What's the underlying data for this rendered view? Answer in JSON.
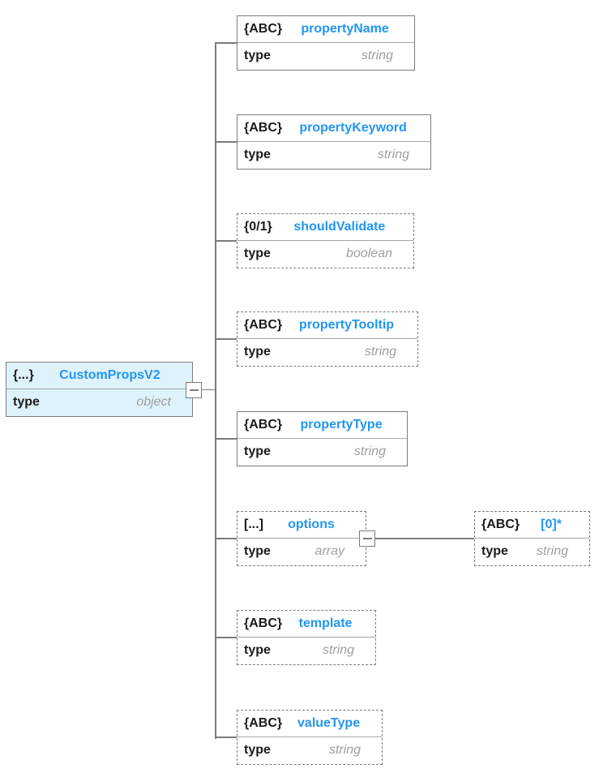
{
  "diagram": {
    "root": {
      "glyph": "{...}",
      "name": "CustomPropsV2",
      "type_label": "type",
      "type_value": "object",
      "required": true
    },
    "children": [
      {
        "glyph": "{ABC}",
        "name": "propertyName",
        "type_label": "type",
        "type_value": "string",
        "required": true
      },
      {
        "glyph": "{ABC}",
        "name": "propertyKeyword",
        "type_label": "type",
        "type_value": "string",
        "required": true
      },
      {
        "glyph": "{0/1}",
        "name": "shouldValidate",
        "type_label": "type",
        "type_value": "boolean",
        "required": false
      },
      {
        "glyph": "{ABC}",
        "name": "propertyTooltip",
        "type_label": "type",
        "type_value": "string",
        "required": false
      },
      {
        "glyph": "{ABC}",
        "name": "propertyType",
        "type_label": "type",
        "type_value": "string",
        "required": true
      },
      {
        "glyph": "[...]",
        "name": "options",
        "type_label": "type",
        "type_value": "array",
        "required": false
      },
      {
        "glyph": "{ABC}",
        "name": "template",
        "type_label": "type",
        "type_value": "string",
        "required": false
      },
      {
        "glyph": "{ABC}",
        "name": "valueType",
        "type_label": "type",
        "type_value": "string",
        "required": false
      }
    ],
    "array_item": {
      "glyph": "{ABC}",
      "name": "[0]*",
      "type_label": "type",
      "type_value": "string",
      "required": false
    },
    "colors": {
      "accent_blue": "#2196f3",
      "value_gray": "#9e9e9e",
      "border_gray": "#7c7c7c",
      "root_fill": "#def2fb"
    }
  }
}
